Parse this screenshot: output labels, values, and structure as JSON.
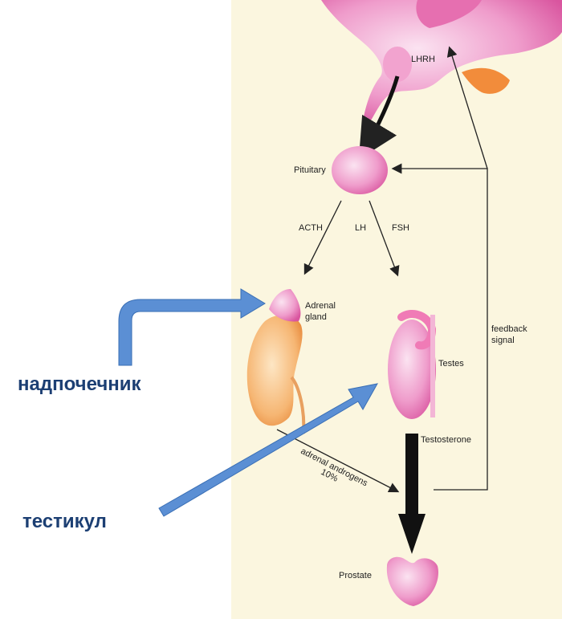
{
  "diagram": {
    "labels": {
      "lhrh": "LHRH",
      "pituitary": "Pituitary",
      "acth": "ACTH",
      "lh": "LH",
      "fsh": "FSH",
      "adrenal_line1": "Adrenal",
      "adrenal_line2": "gland",
      "feedback_line1": "feedback",
      "feedback_line2": "signal",
      "testes": "Testes",
      "testosterone": "Testosterone",
      "adrenal_androgens": "adrenal androgens",
      "percent": "10%",
      "prostate": "Prostate"
    },
    "annotations": {
      "adrenal_ru": "надпочечник",
      "testis_ru": "тестикул"
    },
    "colors": {
      "background": "#fbf6df",
      "gland_pink": "#e889c0",
      "kidney_orange": "#f0a25a",
      "annotation_blue": "#5b8fd4",
      "annotation_text": "#1c3f73"
    }
  }
}
